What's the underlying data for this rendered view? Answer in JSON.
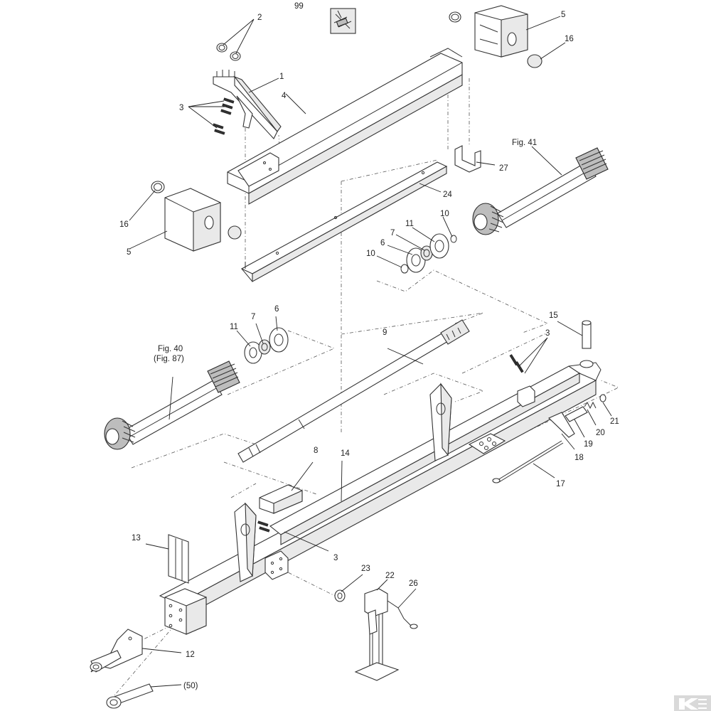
{
  "callouts": {
    "c99": "99",
    "c2": "2",
    "c1": "1",
    "c3a": "3",
    "c4": "4",
    "c5a": "5",
    "c16a": "16",
    "c27": "27",
    "c16b": "16",
    "c5b": "5",
    "c24": "24",
    "fig41": "Fig. 41",
    "c10a": "10",
    "c11a": "11",
    "c7a": "7",
    "c6a": "6",
    "c10b": "10",
    "c15": "15",
    "c7b": "7",
    "c6b": "6",
    "c11b": "11",
    "fig40": "Fig. 40",
    "fig87": "(Fig. 87)",
    "c9": "9",
    "c3b": "3",
    "c21": "21",
    "c20": "20",
    "c19": "19",
    "c18": "18",
    "c17": "17",
    "c8": "8",
    "c14": "14",
    "c13": "13",
    "c3c": "3",
    "c23": "23",
    "c22": "22",
    "c26": "26",
    "c12": "12",
    "c50": "(50)"
  },
  "colors": {
    "line": "#333333",
    "background": "#ffffff",
    "logo": "#d9d9d9"
  },
  "icons": [
    "brand-logo-icon"
  ]
}
